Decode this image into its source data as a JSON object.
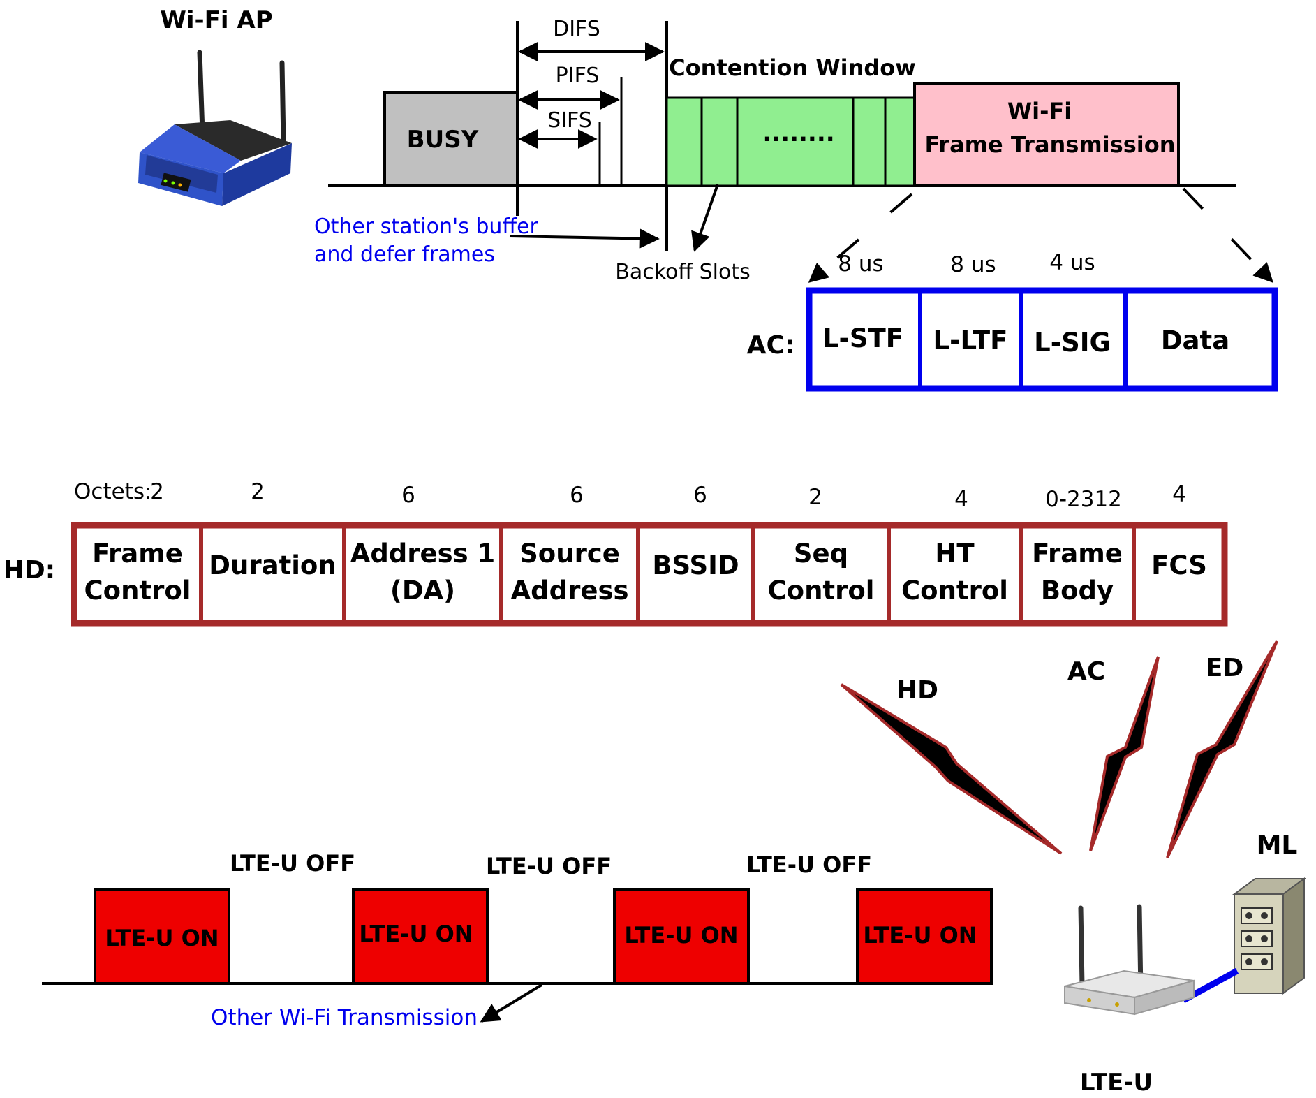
{
  "wifi_ap": {
    "title": "Wi-Fi AP",
    "icon": "wifi-router-icon"
  },
  "timing": {
    "busy": "BUSY",
    "difs": "DIFS",
    "pifs": "PIFS",
    "sifs": "SIFS",
    "contention_window": "Contention Window",
    "dots": "........",
    "frame_tx_line1": "Wi-Fi",
    "frame_tx_line2": "Frame Transmission",
    "other_station_line1": "Other station's buffer",
    "other_station_line2": "and defer frames",
    "backoff_slots": "Backoff Slots",
    "colors": {
      "busy": "#c0c0c0",
      "contention": "#90ee90",
      "frame": "#ffc0cb",
      "annotation": "#0000ee"
    }
  },
  "ac": {
    "label": "AC:",
    "durations": [
      "8 us",
      "8 us",
      "4 us"
    ],
    "fields": [
      "L-STF",
      "L-LTF",
      "L-SIG",
      "Data"
    ],
    "border_color": "#0000ee"
  },
  "hd": {
    "label": "HD:",
    "octets_prefix": "Octets:",
    "octets": [
      "2",
      "2",
      "6",
      "6",
      "6",
      "2",
      "4",
      "0-2312",
      "4"
    ],
    "fields": [
      [
        "Frame",
        "Control"
      ],
      [
        "Duration"
      ],
      [
        "Address 1",
        "(DA)"
      ],
      [
        "Source",
        "Address"
      ],
      [
        "BSSID"
      ],
      [
        "Seq",
        "Control"
      ],
      [
        "HT",
        "Control"
      ],
      [
        "Frame",
        "Body"
      ],
      [
        "FCS"
      ]
    ],
    "border_color": "#a52a2a"
  },
  "signals": {
    "hd": "HD",
    "ac": "AC",
    "ed": "ED",
    "ml": "ML",
    "lte_u": "LTE-U"
  },
  "lte": {
    "on_label": "LTE-U ON",
    "off_label": "LTE-U OFF",
    "other_wifi": "Other Wi-Fi Transmission",
    "on_color": "#ee0000"
  }
}
